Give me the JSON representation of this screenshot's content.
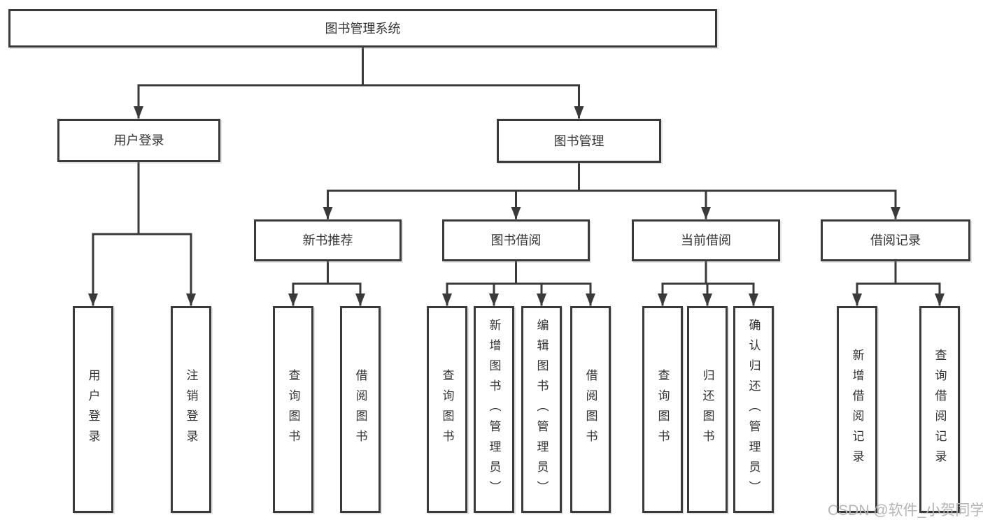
{
  "tree": {
    "root": {
      "label": "图书管理系统"
    },
    "branches": [
      {
        "label": "用户登录",
        "leaves": [
          {
            "label": "用户登录"
          },
          {
            "label": "注销登录"
          }
        ]
      },
      {
        "label": "图书管理",
        "groups": [
          {
            "label": "新书推荐",
            "leaves": [
              {
                "label": "查询图书"
              },
              {
                "label": "借阅图书"
              }
            ]
          },
          {
            "label": "图书借阅",
            "leaves": [
              {
                "label": "查询图书"
              },
              {
                "label": "新增图书（管理员）"
              },
              {
                "label": "编辑图书（管理员）"
              },
              {
                "label": "借阅图书"
              }
            ]
          },
          {
            "label": "当前借阅",
            "leaves": [
              {
                "label": "查询图书"
              },
              {
                "label": "归还图书"
              },
              {
                "label": "确认归还（管理员）"
              }
            ]
          },
          {
            "label": "借阅记录",
            "leaves": [
              {
                "label": "新增借阅记录"
              },
              {
                "label": "查询借阅记录"
              }
            ]
          }
        ]
      }
    ]
  },
  "watermark": {
    "text": "CSDN @软件_小贺同学"
  },
  "colors": {
    "line": "#3a3a3a",
    "text": "#333333",
    "watermark": "#b5b5b5",
    "background": "#ffffff"
  }
}
